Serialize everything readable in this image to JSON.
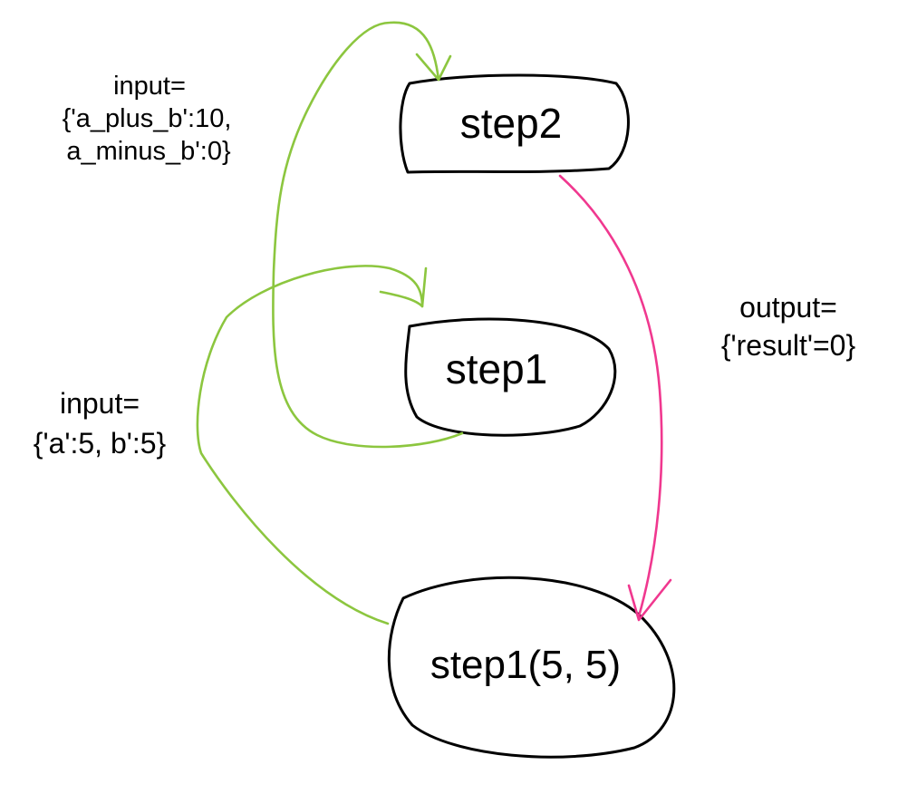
{
  "colors": {
    "input_edge": "#8cc63f",
    "output_edge": "#f0388f",
    "node_stroke": "#000000",
    "text": "#000000"
  },
  "nodes": {
    "step2": "step2",
    "step1": "step1",
    "step1_call": "step1(5, 5)"
  },
  "annotations": {
    "input_step2": {
      "line1": "input=",
      "line2": "{'a_plus_b':10,",
      "line3": "a_minus_b':0}"
    },
    "input_step1": {
      "line1": "input=",
      "line2": "{'a':5, b':5}"
    },
    "output": {
      "line1": "output=",
      "line2": "{'result'=0}"
    }
  }
}
